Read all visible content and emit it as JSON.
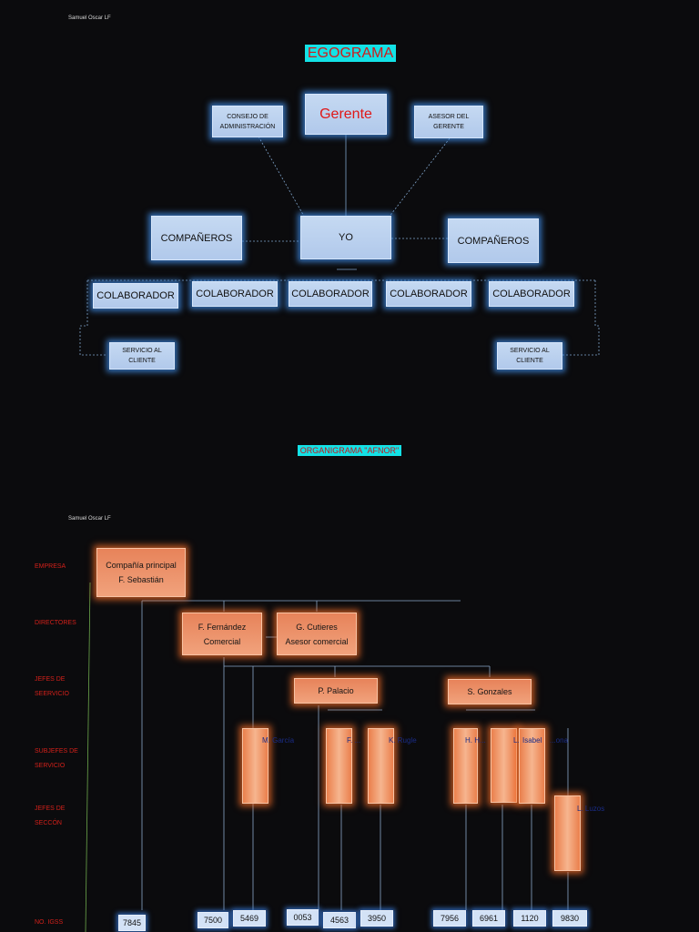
{
  "egograma": {
    "author": "Samuel Oscar LF",
    "title": "EGOGRAMA",
    "consejo": [
      "CONSEJO DE",
      "ADMINISTRACIÓN"
    ],
    "gerente": "Gerente",
    "asesor": [
      "ASESOR DEL",
      "GERENTE"
    ],
    "companeros_left": "COMPAÑEROS",
    "yo": "YO",
    "companeros_right": "COMPAÑEROS",
    "colaboradores": [
      "COLABORADOR",
      "COLABORADOR",
      "COLABORADOR",
      "COLABORADOR",
      "COLABORADOR"
    ],
    "servicio_left": [
      "SERVICIO AL",
      "CLIENTE"
    ],
    "servicio_right": [
      "SERVICIO AL",
      "CLIENTE"
    ]
  },
  "afnor": {
    "title": "ORGANIGRAMA \"AFNOR\"",
    "author": "Samuel Oscar LF",
    "levels": {
      "empresa": "EMPRESA",
      "directores": "DIRECTORES",
      "jefes_servicio": [
        "JEFES DE",
        "SEERVICIO"
      ],
      "subjefes": [
        "SUBJEFES DE",
        "SERVICIO"
      ],
      "jefes_seccion": [
        "JEFES DE",
        "SECCÓN"
      ],
      "igss": "NO. IGSS"
    },
    "company": [
      "Compañía principal",
      "F. Sebastián"
    ],
    "director_1": [
      "F. Fernández",
      "Comercial"
    ],
    "director_2": [
      "G. Cutieres",
      "Asesor comercial"
    ],
    "jefe_1": "P. Palacio",
    "jefe_2": "S. Gonzales",
    "subjefes": [
      "M. García",
      "F. ...",
      "K. Rugle",
      "H. H...",
      "L.",
      "Isabel",
      "...ona"
    ],
    "seccion": "L. Luzos",
    "igss_numbers": [
      "7845",
      "7500",
      "5469",
      "0053",
      "4563",
      "3950",
      "7956",
      "6961",
      "1120",
      "9830"
    ]
  }
}
